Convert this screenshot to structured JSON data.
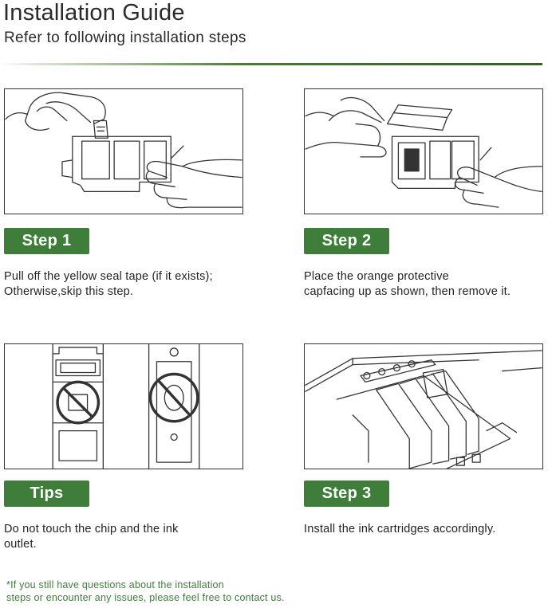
{
  "header": {
    "title": "Installation Guide",
    "subtitle": "Refer to following installation steps"
  },
  "steps": [
    {
      "badge": "Step 1",
      "desc_line1": "Pull off the yellow seal tape (if it exists);",
      "desc_line2": "Otherwise,skip this step.",
      "illustration": "hand-peeling-seal-tape-illustration"
    },
    {
      "badge": "Step 2",
      "desc_line1": "Place the orange protective",
      "desc_line2": "capfacing up as shown, then remove it.",
      "illustration": "hand-removing-protective-cap-illustration"
    },
    {
      "badge": "Tips",
      "desc_line1": "Do not touch the chip and the ink",
      "desc_line2": "outlet.",
      "illustration": "do-not-touch-chip-and-outlet-illustration"
    },
    {
      "badge": "Step 3",
      "desc_line1": "Install the ink cartridges accordingly.",
      "desc_line2": "",
      "illustration": "cartridges-in-printer-carriage-illustration"
    }
  ],
  "footer": {
    "line1": "*If you still have questions about the installation",
    "line2": "steps or encounter any issues, please feel free to contact us."
  },
  "colors": {
    "accent_green": "#3e7d3a",
    "divider_green": "#355f26"
  }
}
